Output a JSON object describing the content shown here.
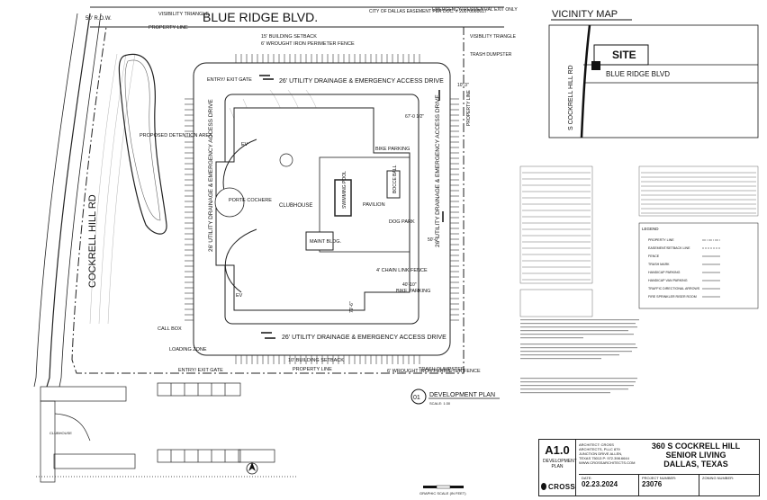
{
  "plan": {
    "street_north": "BLUE RIDGE BLVD.",
    "street_west": "COCKRELL HILL RD",
    "row_note": "50' R.O.W.",
    "visibility_triangle": "VISIBILITY TRIANGLE",
    "visibility_triangle_ne": "VISIBILITY TRIANGLE",
    "property_line": "PROPERTY LINE",
    "property_line_east": "PROPERTY LINE",
    "property_line_south": "PROPERTY LINE",
    "easement": "CITY OF DALLAS EASEMENT PER DOC. # 20070060617",
    "emergency_exit": "EMERGENCY/ RESIDENTIAL EXIT ONLY",
    "building_setback_north": "15' BUILDING SETBACK",
    "building_setback_south": "10' BUILDING SETBACK",
    "fence_north": "6' WROUGHT IRON PERIMETER FENCE",
    "fence_south": "6' WROUGHT IRON PERIMETER FENCE",
    "trash_north": "TRASH DUMPSTER",
    "trash_south": "TRASH DUMPSTER",
    "entry_exit_gate_north": "ENTRY/ EXIT GATE",
    "entry_exit_gate_south": "ENTRY/ EXIT GATE",
    "access_drive_north": "26' UTILITY DRAINAGE & EMERGENCY ACCESS DRIVE",
    "access_drive_south": "26' UTILITY DRAINAGE & EMERGENCY ACCESS DRIVE",
    "access_drive_west": "26' UTILITY DRAINAGE & EMERGENCY ACCESS DRIVE",
    "access_drive_east": "26' UTILITY DRAINAGE & EMERGENCY ACCESS DRIVE",
    "detention_area": "PROPOSED DETENTION AREA",
    "porte_cochere": "PORTE COCHERE",
    "clubhouse": "CLUBHOUSE",
    "swimming_pool": "SWIMMING POOL",
    "bocce_ball": "BOCCE BALL",
    "pavilion": "PAVILION",
    "dog_park": "DOG PARK",
    "maint_bldg": "MAINT BLDG.",
    "chain_link_fence": "4' CHAIN LINK FENCE",
    "bike_parking_north": "BIKE PARKING",
    "bike_parking_south": "BIKE PARKING",
    "call_box": "CALL BOX",
    "loading_zone": "LOADING ZONE",
    "ev_north": "EV",
    "ev_south": "EV",
    "dim_north": "10'-3\"",
    "dim_east_top": "67'-0 1/2\"",
    "dim_east_mid": "50'-0\"",
    "dim_east_low": "40'-10\"",
    "dim_south": "79'-6\"",
    "plan_number": "01",
    "plan_title": "DEVELOPMENT PLAN",
    "plan_scale": "SCALE: 1:30",
    "graphic_scale": "GRAPHIC SCALE (IN FEET)"
  },
  "vicinity": {
    "title": "VICINITY MAP",
    "site": "SITE",
    "road_west": "S COCKRELL HILL RD",
    "road_north": "BLUE RIDGE BLVD"
  },
  "legend": {
    "title": "LEGEND",
    "items": [
      "PROPERTY LINE",
      "EASEMENT/SETBACK LINE",
      "FENCE",
      "TRASH MARK",
      "HANDICAP PARKING",
      "HANDICAP VAN PARKING",
      "TRAFFIC DIRECTIONAL ARROWS",
      "FIRE SPRINKLER RISER ROOM"
    ]
  },
  "key_plan": {
    "label": "CLUBHOUSE"
  },
  "title_block": {
    "sheet_number": "A1.0",
    "sheet_title": "DEVELOPMENT PLAN",
    "architect": "ARCHITECT: CROSS ARCHITECTS, PLLC 879 JUNCTION DRIVE ALLEN, TEXAS 75013 P: 972.398.6644 WWW.CROSSARCHITECTS.COM",
    "project_line1": "360 S COCKRELL HILL",
    "project_line2": "SENIOR LIVING",
    "project_line3": "DALLAS, TEXAS",
    "date_label": "DATE:",
    "date": "02.23.2024",
    "project_number_label": "PROJECT NUMBER:",
    "project_number": "23076",
    "zoning_label": "ZONING NUMBER:",
    "logo": "CROSS"
  },
  "colors": {
    "ink": "#111111",
    "gray": "#9a9a9a",
    "light": "#cfcfcf"
  }
}
